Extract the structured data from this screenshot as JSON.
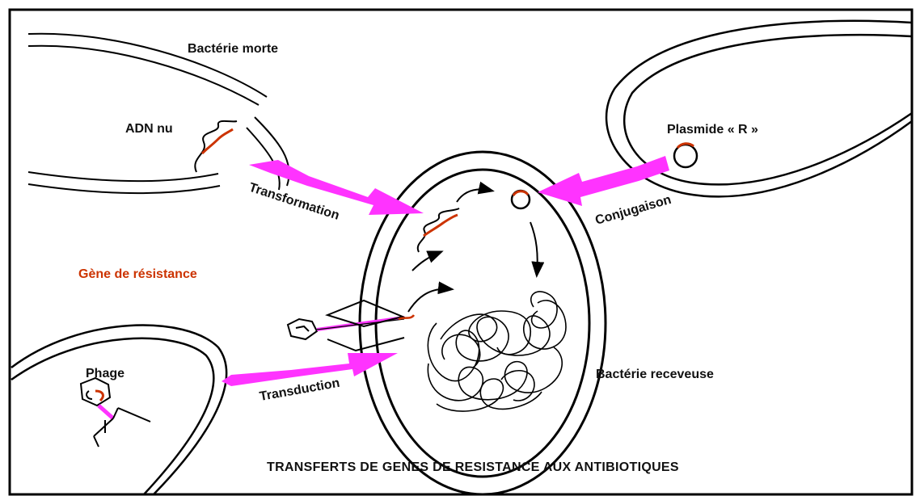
{
  "diagram": {
    "title": "TRANSFERTS DE GENES DE RESISTANCE AUX ANTIBIOTIQUES",
    "labels": {
      "dead_bacterium": "Bactérie morte",
      "naked_dna": "ADN nu",
      "plasmid": "Plasmide « R »",
      "resistance_gene": "Gène de résistance",
      "phage": "Phage",
      "recipient_bacterium": "Bactérie receveuse",
      "transformation": "Transformation",
      "conjugation": "Conjugaison",
      "transduction": "Transduction"
    },
    "colors": {
      "arrow": "#ff33ff",
      "gene": "#cc3300",
      "outline": "#000000"
    },
    "icons": [
      "phage-icon",
      "plasmid-icon",
      "dna-strand-icon",
      "chromosome-tangle-icon"
    ]
  }
}
